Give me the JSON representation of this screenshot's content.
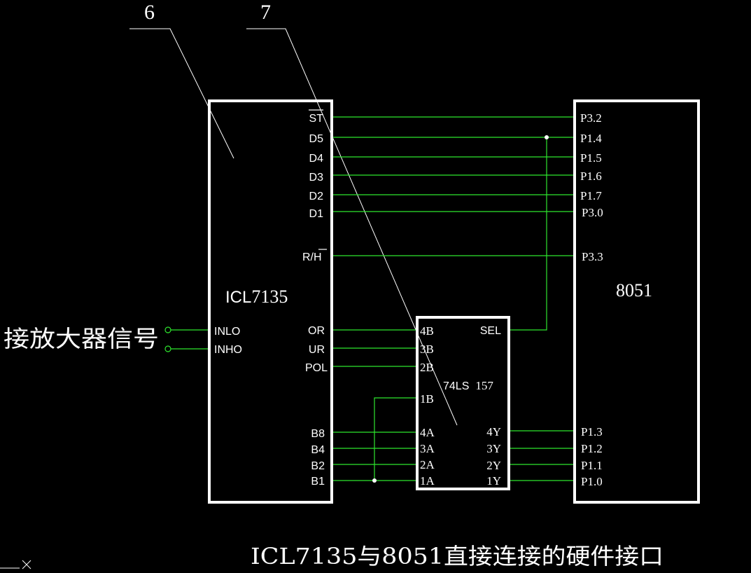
{
  "callouts": {
    "c6": "6",
    "c7": "7"
  },
  "icl7135": {
    "name_a": "ICL",
    "name_b": "7135",
    "st_label": "ST",
    "d5": "D5",
    "d4": "D4",
    "d3": "D3",
    "d2": "D2",
    "d1": "D1",
    "rh_label_r": "R/",
    "rh_label_h": "H",
    "inlo": "INLO",
    "inho": "INHO",
    "or": "OR",
    "ur": "UR",
    "pol": "POL",
    "b8": "B8",
    "b4": "B4",
    "b2": "B2",
    "b1": "B1"
  },
  "mcu8051": {
    "name": "8051",
    "p32": "P3.2",
    "p14": "P1.4",
    "p15": "P1.5",
    "p16": "P1.6",
    "p17": "P1.7",
    "p30": "P3.0",
    "p33": "P3.3",
    "p13": "P1.3",
    "p12": "P1.2",
    "p11": "P1.1",
    "p10": "P1.0"
  },
  "mux157": {
    "name_a": "74LS",
    "name_b": "157",
    "b4": "4B",
    "b3": "3B",
    "b2": "2B",
    "b1": "1B",
    "sel": "SEL",
    "a4": "4A",
    "a3": "3A",
    "a2": "2A",
    "a1": "1A",
    "y4": "4Y",
    "y3": "3Y",
    "y2": "2Y",
    "y1": "1Y"
  },
  "input_label": "接放大器信号",
  "caption": "ICL7135与8051直接连接的硬件接口"
}
